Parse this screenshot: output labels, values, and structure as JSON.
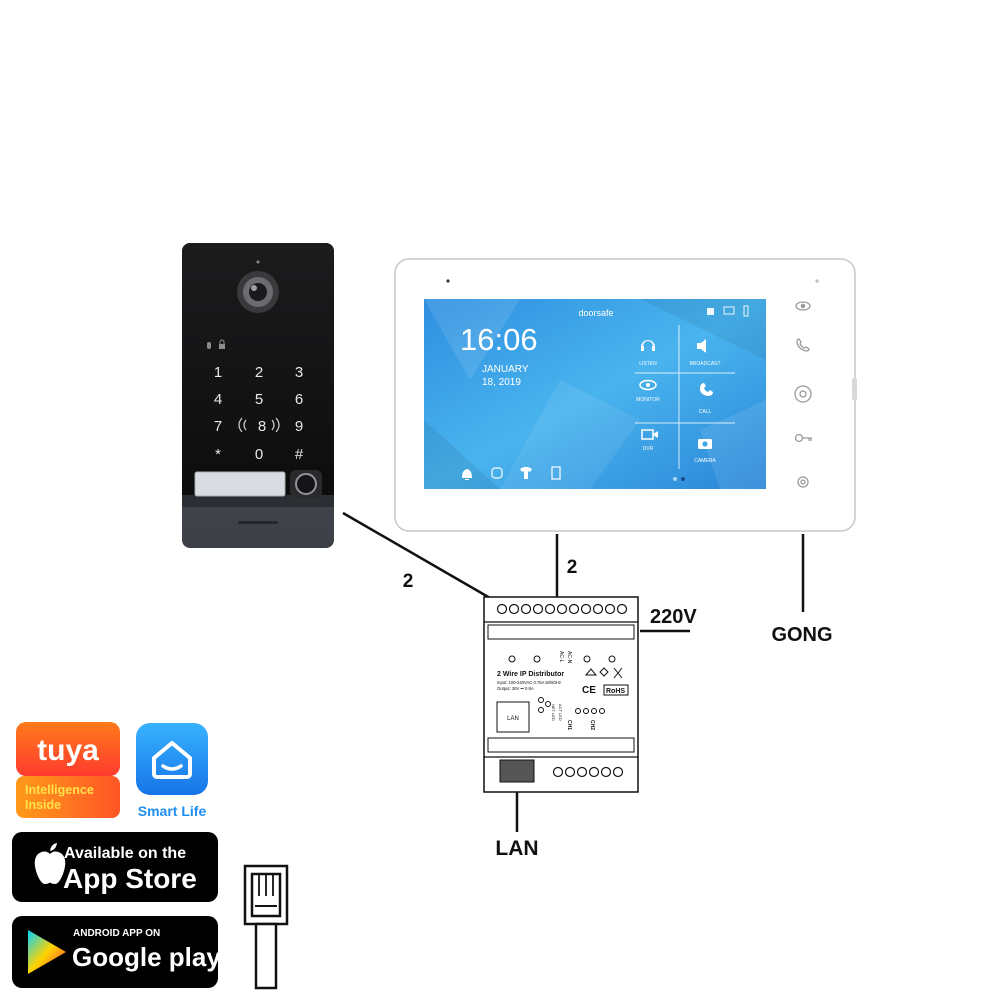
{
  "diagram": {
    "labels": {
      "wire_outdoor": "2",
      "wire_monitor": "2",
      "power": "220V",
      "gong": "GONG",
      "lan": "LAN"
    }
  },
  "outdoor_panel": {
    "keys": [
      "1",
      "2",
      "3",
      "4",
      "5",
      "6",
      "7",
      "8",
      "9",
      "*",
      "0",
      "#"
    ]
  },
  "monitor": {
    "brand": "doorsafe",
    "time": "16:06",
    "date_line1": "JANUARY",
    "date_line2": "18, 2019",
    "tiles": [
      {
        "label": "LISTEN",
        "icon": "headphones-icon"
      },
      {
        "label": "BROADCAST",
        "icon": "speaker-icon"
      },
      {
        "label": "MONITOR",
        "icon": "eye-icon"
      },
      {
        "label": "CALL",
        "icon": "phone-icon"
      },
      {
        "label": "DVR",
        "icon": "video-icon"
      },
      {
        "label": "CAMERA",
        "icon": "camera-icon"
      }
    ],
    "side_buttons": [
      "eye-icon",
      "phone-icon",
      "home-button-icon",
      "key-icon",
      "gear-icon"
    ]
  },
  "distributor": {
    "title": "2 Wire IP Distributor",
    "spec1": "Input: 100-240VAC 0.75A  50/60Hz",
    "spec2": "Output: 36V  ⎓ 0.8A",
    "lan_port": "LAN",
    "ac_l": "AC-L",
    "ac_n": "AC-N",
    "net_led": "NET LED",
    "act_led": "ACT LED",
    "ch1": "CH1",
    "ch2": "CH2",
    "ce": "CE",
    "rohs": "RoHS"
  },
  "badges": {
    "tuya_logo": "tuya",
    "tuya_line1": "Intelligence",
    "tuya_line2": "Inside",
    "smart_life": "Smart Life",
    "appstore_line1": "Available on the",
    "appstore_line2": "App Store",
    "googleplay_line1": "ANDROID APP ON",
    "googleplay_line2": "Google play"
  },
  "colors": {
    "screen_blue": "#3aa6e6",
    "tuya_orange": "#ff5a1f",
    "smart_life_blue": "#1e8ff0"
  }
}
